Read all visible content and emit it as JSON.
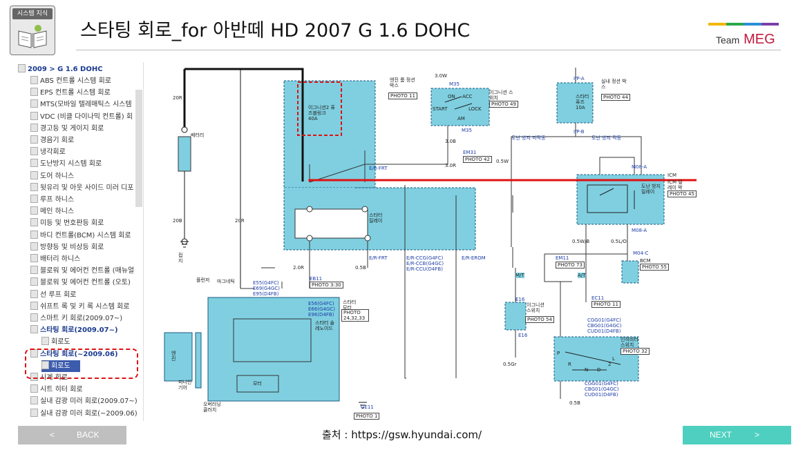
{
  "header": {
    "badge": "시스템 지식",
    "title": "스타팅 회로_for 아반떼 HD 2007 G 1.6 DOHC",
    "brand_prefix": "Team",
    "brand_name": "MEG",
    "brand_colors": [
      "#f2b705",
      "#2aa84a",
      "#2a8fd6",
      "#7b3fa6"
    ]
  },
  "tree": {
    "root": "2009 > G 1.6 DOHC",
    "items": [
      "ABS 컨트롤 시스템 회로",
      "EPS 컨트롤 시스템 회로",
      "MTS(모바일 텔레매틱스 시스템",
      "VDC (비클 다이나믹 컨트롤) 회",
      "경고등 및 게이지 회로",
      "경음기 회로",
      "냉각회로",
      "도난방지 시스템 회로",
      "도어 하니스",
      "뒷유리 및 아웃 사이드 미러 디포",
      "루프 하니스",
      "메인 하니스",
      "미등 및 번호판등 회로",
      "바디 컨트롤(BCM) 시스템 회로",
      "방향등 및 비상등 회로",
      "배터리 하니스",
      "블로워 및 에어컨 컨트롤 (매뉴얼",
      "블로워 및 에어컨 컨트롤 (오토)",
      "선 루프 회로",
      "쉬프트 록 및 키 록 시스템 회로",
      "스마트 키 회로(2009.07~)",
      "스타팅 회로(2009.07~)",
      "회로도",
      "스타팅 회로(~2009.06)",
      "회로도",
      "시계 회로",
      "시트 히터 회로",
      "실내 감광 미러 회로(2009.07~)",
      "실내 감광 미러 회로(~2009.06)"
    ]
  },
  "diagram": {
    "fusible_link": "이그니션2 퓨즈블링크 40A",
    "junction_box": "엔진 룸 정션 박스",
    "photo_11": "PHOTO 11",
    "photo_49": "PHOTO 49",
    "photo_44": "PHOTO 44",
    "photo_42": "PHOTO 42",
    "photo_45": "PHOTO 45",
    "photo_55": "PHOTO 55",
    "photo_73": "PHOTO 73",
    "photo_11b": "PHOTO 11",
    "photo_54": "PHOTO 54",
    "photo_32": "PHOTO 32",
    "photo_3_30": "PHOTO 3:30",
    "photo_24": "PHOTO 24,32,33",
    "photo_1": "PHOTO 1",
    "m35": "M35",
    "ignition_switch": "이그니션 스위치",
    "on": "ON",
    "acc": "ACC",
    "start": "START",
    "lock": "LOCK",
    "am": "AM",
    "interior_box": "실내 정션 박스",
    "starter_fuse": "스타터 퓨즈 10A",
    "ip_a": "I/P-A",
    "ip_b": "I/P-B",
    "em31": "EM31",
    "er_frt": "E/R-FRT",
    "er_erom": "E/R-EROM",
    "battery": "배터리",
    "starter_relay": "스타터 릴레이",
    "antitheft_alarm": "도난 방지 미작동",
    "antitheft_op": "도난 방지 작동",
    "icm": "ICM",
    "icm_box": "ICM 릴레이 박스",
    "antitheft_relay": "도난 방지 릴레이",
    "m08a": "M08-A",
    "m04c": "M04-C",
    "bcm": "BCM",
    "em11": "EM11",
    "mt": "M/T",
    "at": "A/T",
    "e16": "E16",
    "ignition_switch2": "이그니션 스위치",
    "ec11": "EC11",
    "inhibitor_switch": "인히비터 스위치",
    "starter_motor": "스타터 모터",
    "starter_solenoid": "스타터 솔레노이드",
    "motor": "모터",
    "engine": "엔진",
    "pinion": "피니언 기어",
    "clutch": "오버러닝 클러치",
    "plunger": "플런저",
    "magnetic": "마그네틱",
    "e55": "E55(G4FC)",
    "e69": "E69(G4GC)",
    "e95": "E95(D4FB)",
    "e56": "E56(G4FC)",
    "e66": "E66(G4GC)",
    "e96": "E96(D4FB)",
    "eb11": "EB11",
    "ge11": "GE11",
    "ground": "접지",
    "ccg": "E/R-CCG(G4FC)",
    "ccb": "E/R-CCB(G4GC)",
    "ccu": "E/R-CCU(D4FB)",
    "cgg01": "CGG01(G4FC)",
    "cbg01": "CBG01(G4GC)",
    "cud01": "CUD01(D4FB)",
    "w30": "3.0W",
    "w30r": "3.0R",
    "b30": "3.0B",
    "r20": "20R",
    "b20": "20B",
    "r20b": "2.0R",
    "b05": "0.5B",
    "w05": "0.5W",
    "wb05": "0.5W/B",
    "lo05": "0.5L/O",
    "gr05": "0.5Gr",
    "gear_p": "P",
    "gear_r": "R",
    "gear_n": "N",
    "gear_d": "D",
    "gear_2": "2",
    "gear_l": "L"
  },
  "footer": {
    "source": "출처 : https://gsw.hyundai.com/",
    "back_label": "BACK",
    "next_label": "NEXT"
  },
  "colors": {
    "diagram_fill": "#7fcfe0",
    "highlight_red": "#e01010",
    "next_button": "#4ecfbf",
    "back_button": "#bfbfbf"
  }
}
